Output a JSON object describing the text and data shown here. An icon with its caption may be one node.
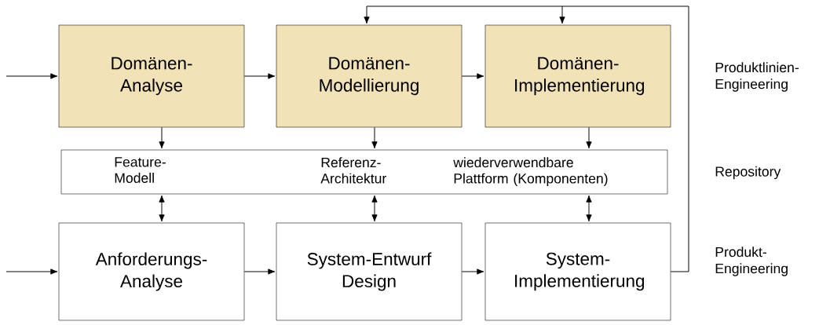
{
  "diagram": {
    "nodes": [
      {
        "text": [
          "Domänen- Analyse"
        ]
      },
      {
        "text": [
          "Domänen- Modellierung"
        ]
      },
      {
        "text": [
          "Domänen- Implementierung"
        ]
      },
      {
        "text": [
          "Feature- Modell",
          "Referenz- Architektur",
          "wiederverwendbare Plattform (Komponenten)"
        ]
      },
      {
        "text": [
          "Anforderungs- Analyse"
        ]
      },
      {
        "text": [
          "System-Entwurf Design"
        ]
      },
      {
        "text": [
          "System- Implementierung"
        ]
      }
    ],
    "edges": [
      {
        "from": null,
        "to": 0,
        "arrow": "to"
      },
      {
        "from": 0,
        "to": 1,
        "arrow": "to"
      },
      {
        "from": 1,
        "to": 2,
        "arrow": "to"
      },
      {
        "from": 0,
        "to": 3,
        "arrow": "to"
      },
      {
        "from": 1,
        "to": 3,
        "arrow": "to"
      },
      {
        "from": 2,
        "to": 3,
        "arrow": "to"
      },
      {
        "from": 3,
        "to": 4,
        "arrow": "both"
      },
      {
        "from": 3,
        "to": 5,
        "arrow": "both"
      },
      {
        "from": 3,
        "to": 6,
        "arrow": "both"
      },
      {
        "from": null,
        "to": 4,
        "arrow": "to"
      },
      {
        "from": 4,
        "to": 5,
        "arrow": "to"
      },
      {
        "from": 5,
        "to": 6,
        "arrow": "to"
      },
      {
        "from": 6,
        "to": 1,
        "arrow": "to"
      },
      {
        "from": 6,
        "to": 2,
        "arrow": "to"
      }
    ],
    "labels": [
      "Produktlinien- Engineering",
      "Repository",
      "Produkt- Engineering"
    ]
  }
}
